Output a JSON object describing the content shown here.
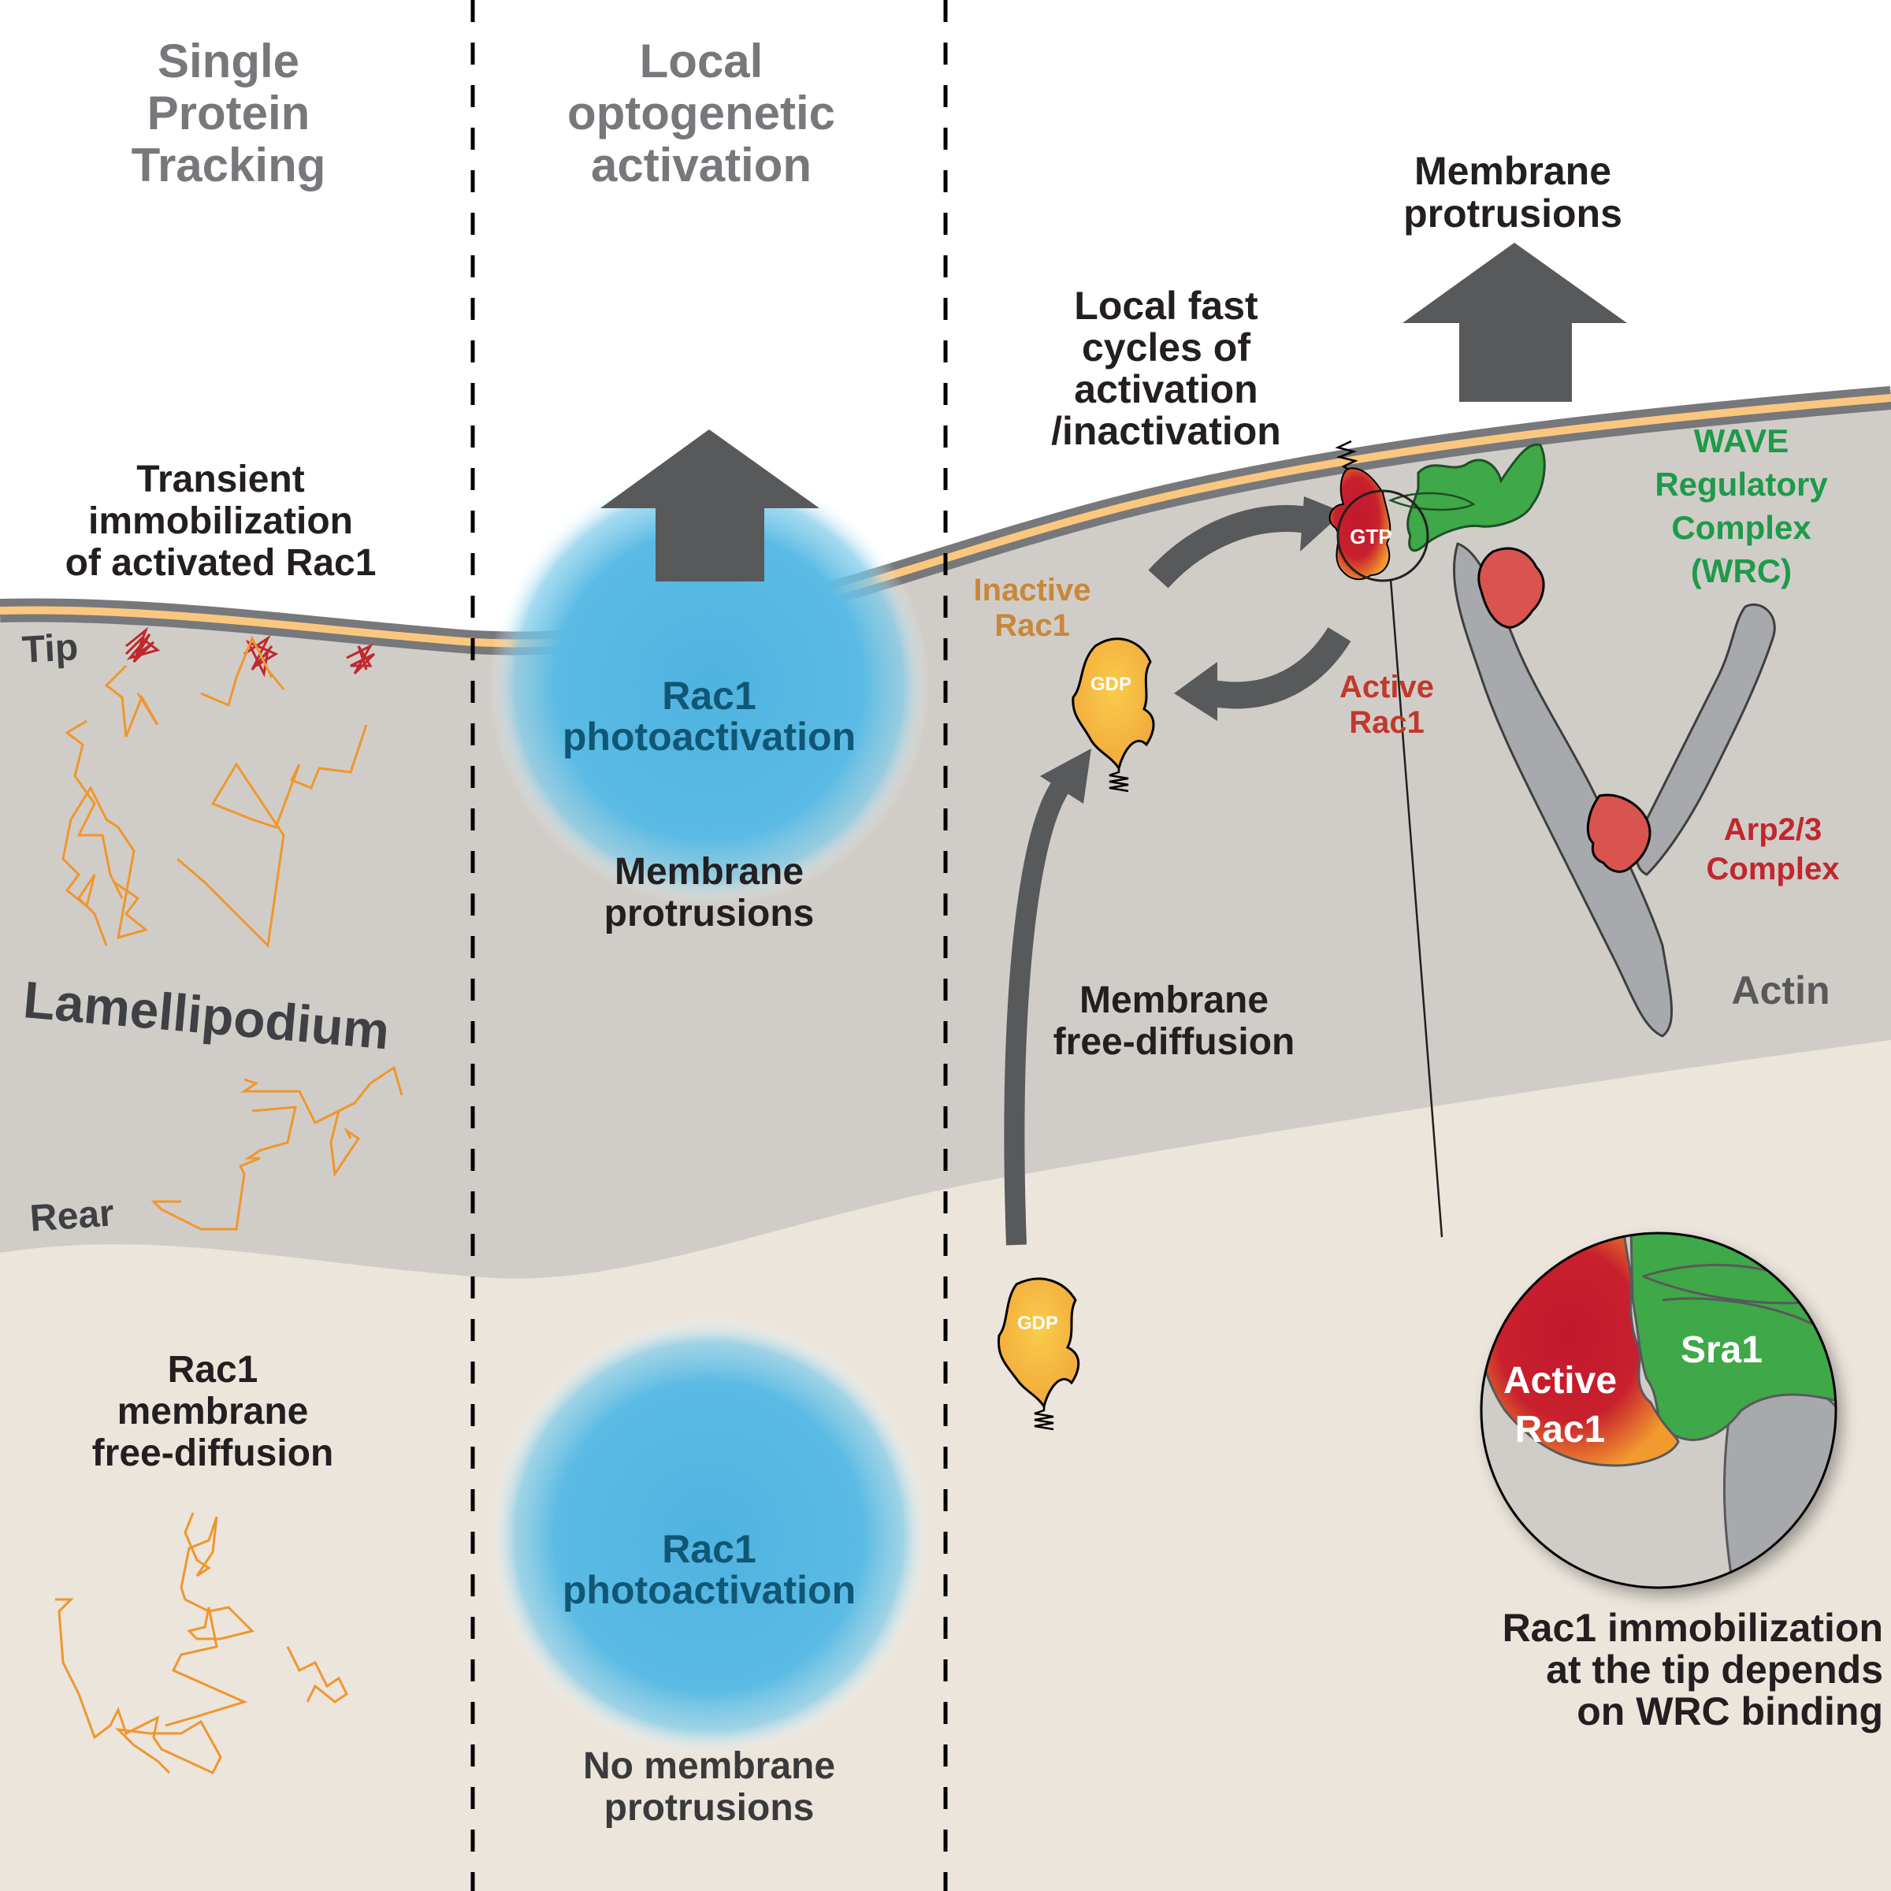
{
  "colors": {
    "background_top": "#ffffff",
    "lamellipodium": "#d0cdc8",
    "cytoplasm": "#ebe5dc",
    "membrane_outer": "#77787b",
    "membrane_inner": "#fbc77f",
    "arrow": "#58595b",
    "photoactivation": "#5bb8e0",
    "trajectory_free": "#f0962d",
    "trajectory_immobile": "#c1272d",
    "inactive_rac1": "#f6b73c",
    "active_rac1": "#c1272d",
    "wrc_green": "#3fa848",
    "arp23": "#d9534f",
    "actin": "#a7a9ac",
    "text_dark": "#231f20",
    "text_gray": "#77787b",
    "text_blue": "#0f5775",
    "text_orange": "#c8873a",
    "text_red_orange": "#c0392b",
    "text_green": "#1e9a4a",
    "text_red": "#c1272d"
  },
  "columns": [
    {
      "title": "Single\nProtein\nTracking",
      "upper_caption": "Transient\nimmobilization\nof activated Rac1",
      "region_labels": {
        "tip": "Tip",
        "lamellipodium": "Lamellipodium",
        "rear": "Rear"
      },
      "lower_caption": "Rac1\nmembrane\nfree-diffusion"
    },
    {
      "title": "Local\noptogenetic\nactivation",
      "upper_spot_label": "Rac1\nphotoactivation",
      "upper_result": "Membrane\nprotrusions",
      "lower_spot_label": "Rac1\nphotoactivation",
      "lower_result": "No membrane\nprotrusions"
    },
    {
      "top_result": "Membrane\nprotrusions",
      "cycle_label": "Local fast\ncycles of\nactivation\n/inactivation",
      "inactive_label": "Inactive\nRac1",
      "active_label": "Active\nRac1",
      "gdp_label": "GDP",
      "gtp_label": "GTP",
      "diffusion_label": "Membrane\nfree-diffusion",
      "wrc_label": "WAVE\nRegulatory\nComplex\n(WRC)",
      "arp_label": "Arp2/3\nComplex",
      "actin_label": "Actin",
      "inset": {
        "rac1_label": "Active\nRac1",
        "sra1_label": "Sra1"
      },
      "conclusion": "Rac1 immobilization\nat the tip depends\non WRC binding"
    }
  ]
}
